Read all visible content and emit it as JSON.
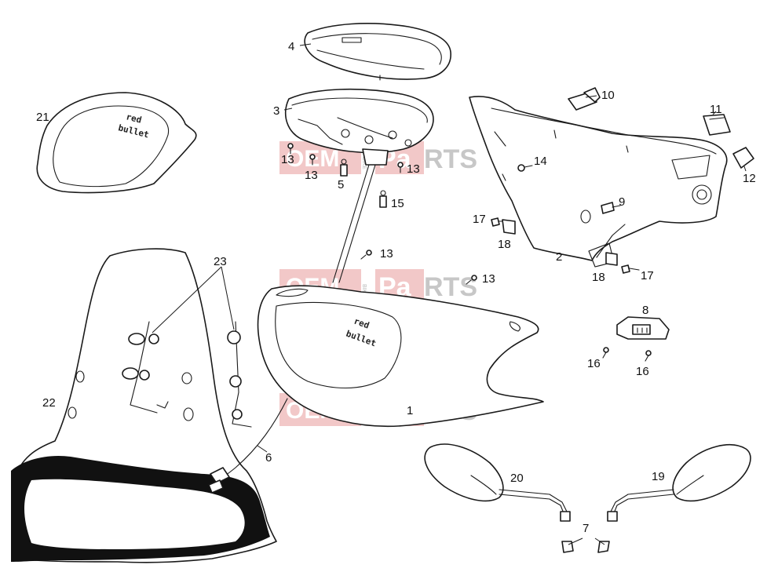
{
  "watermark": {
    "brand_left": "OEM",
    "brand_small": "BIKE",
    "brand_right_accent": "Pa",
    "brand_right": "RTS"
  },
  "decals": {
    "line1": "red",
    "line2": "bullet"
  },
  "callouts": [
    "1",
    "2",
    "3",
    "4",
    "5",
    "6",
    "7",
    "8",
    "9",
    "10",
    "11",
    "12",
    "13",
    "14",
    "15",
    "16",
    "17",
    "18",
    "19",
    "20",
    "21",
    "22",
    "23"
  ],
  "colors": {
    "line": "#1a1a1a",
    "watermark": "#e89a9a"
  }
}
